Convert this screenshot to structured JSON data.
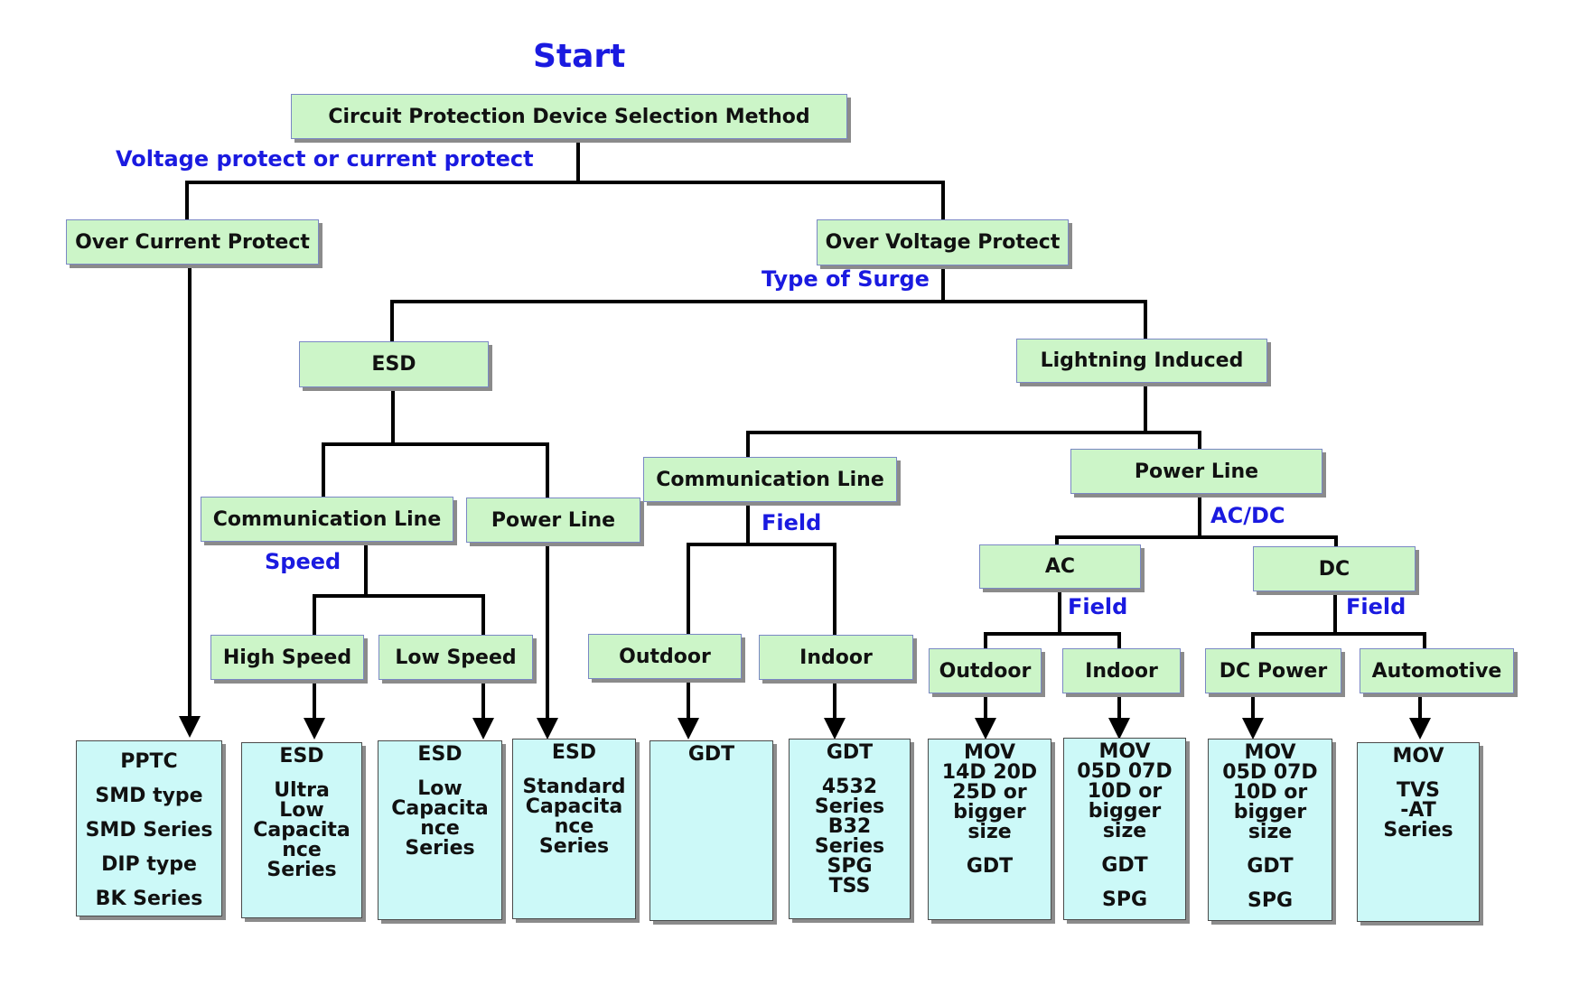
{
  "title": "Start",
  "colors": {
    "label_blue": "#1a1ae0",
    "node_fill": "#ccf5c8",
    "leaf_fill": "#ccf9f8",
    "line": "#000000"
  },
  "nodes": {
    "root": "Circuit Protection Device Selection Method",
    "over_current": "Over Current Protect",
    "over_voltage": "Over Voltage Protect",
    "esd": "ESD",
    "lightning": "Lightning Induced",
    "esd_comm_line": "Communication Line",
    "esd_power_line": "Power Line",
    "high_speed": "High Speed",
    "low_speed": "Low Speed",
    "li_comm_line": "Communication Line",
    "li_power_line": "Power Line",
    "comm_outdoor": "Outdoor",
    "comm_indoor": "Indoor",
    "ac": "AC",
    "dc": "DC",
    "ac_outdoor": "Outdoor",
    "ac_indoor": "Indoor",
    "dc_power": "DC Power",
    "automotive": "Automotive"
  },
  "labels": {
    "voltage_or_current": "Voltage protect or current protect",
    "type_of_surge": "Type of Surge",
    "speed": "Speed",
    "comm_field": "Field",
    "ac_dc": "AC/DC",
    "ac_field": "Field",
    "dc_field": "Field"
  },
  "leaves": {
    "pptc": [
      "PPTC",
      "SMD type",
      "SMD Series",
      "DIP type",
      "BK Series"
    ],
    "esd_ultra_low": [
      "ESD",
      "",
      "Ultra",
      "Low",
      "Capacita",
      "nce",
      "Series"
    ],
    "esd_low": [
      "ESD",
      "",
      "Low",
      "Capacita",
      "nce",
      "Series"
    ],
    "esd_standard": [
      "ESD",
      "",
      "Standard",
      "Capacita",
      "nce",
      "Series"
    ],
    "gdt_outdoor": [
      "GDT"
    ],
    "gdt_indoor": [
      "GDT",
      "",
      "4532",
      "Series",
      "B32",
      "Series",
      "SPG",
      "TSS"
    ],
    "mov_ac_outdoor": [
      "MOV",
      "14D 20D",
      "25D or",
      "bigger",
      "size",
      "",
      "GDT"
    ],
    "mov_ac_indoor": [
      "MOV",
      "05D 07D",
      "10D or",
      "bigger",
      "size",
      "",
      "GDT",
      "",
      "SPG"
    ],
    "mov_dc_power": [
      "MOV",
      "05D 07D",
      "10D or",
      "bigger",
      "size",
      "",
      "GDT",
      "",
      "SPG"
    ],
    "mov_automotive": [
      "MOV",
      "",
      "TVS",
      "-AT",
      "Series"
    ]
  }
}
